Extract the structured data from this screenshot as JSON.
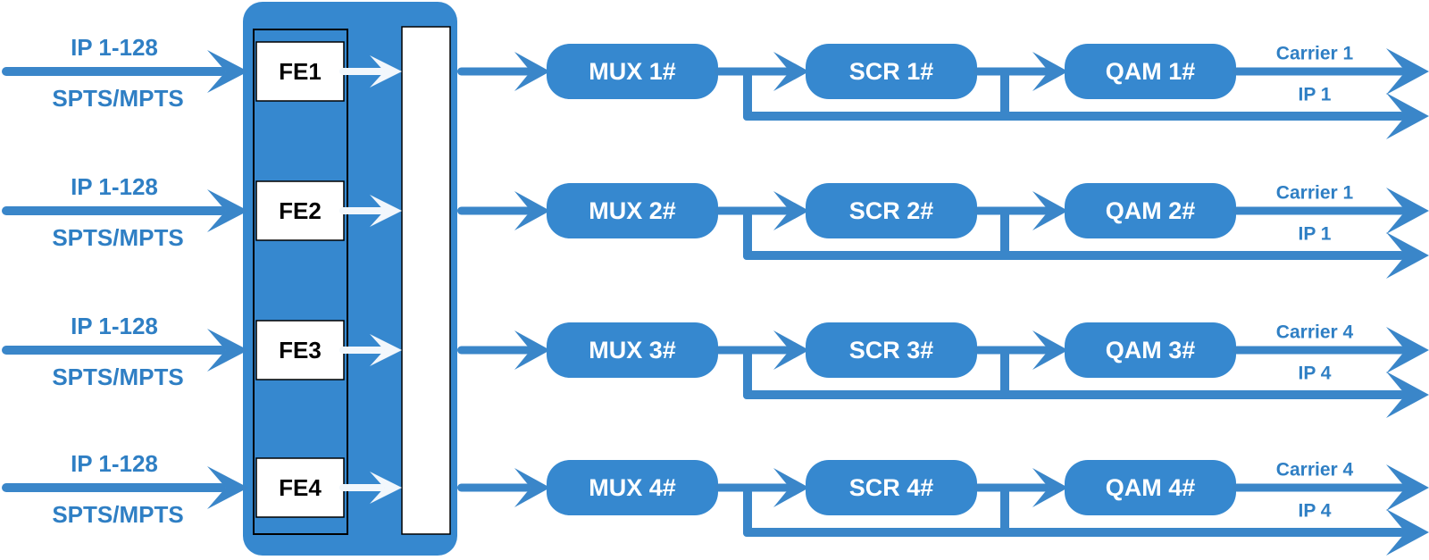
{
  "colors": {
    "primary": "#3688cf",
    "line": "#3a86c9",
    "text_blue": "#2f7fc4",
    "box_fill": "#ffffff",
    "box_text": "#000000",
    "block_text": "#ffffff",
    "background": "#ffffff"
  },
  "channels": [
    {
      "input_top": "IP 1-128",
      "input_bottom": "SPTS/MPTS",
      "fe": "FE1",
      "mux": "MUX 1#",
      "scr": "SCR 1#",
      "qam": "QAM 1#",
      "out_carrier": "Carrier 1",
      "out_ip": "IP 1"
    },
    {
      "input_top": "IP 1-128",
      "input_bottom": "SPTS/MPTS",
      "fe": "FE2",
      "mux": "MUX 2#",
      "scr": "SCR 2#",
      "qam": "QAM 2#",
      "out_carrier": "Carrier 1",
      "out_ip": "IP 1"
    },
    {
      "input_top": "IP 1-128",
      "input_bottom": "SPTS/MPTS",
      "fe": "FE3",
      "mux": "MUX 3#",
      "scr": "SCR 3#",
      "qam": "QAM 3#",
      "out_carrier": "Carrier 4",
      "out_ip": "IP 4"
    },
    {
      "input_top": "IP 1-128",
      "input_bottom": "SPTS/MPTS",
      "fe": "FE4",
      "mux": "MUX 4#",
      "scr": "SCR 4#",
      "qam": "QAM 4#",
      "out_carrier": "Carrier 4",
      "out_ip": "IP 4"
    }
  ]
}
